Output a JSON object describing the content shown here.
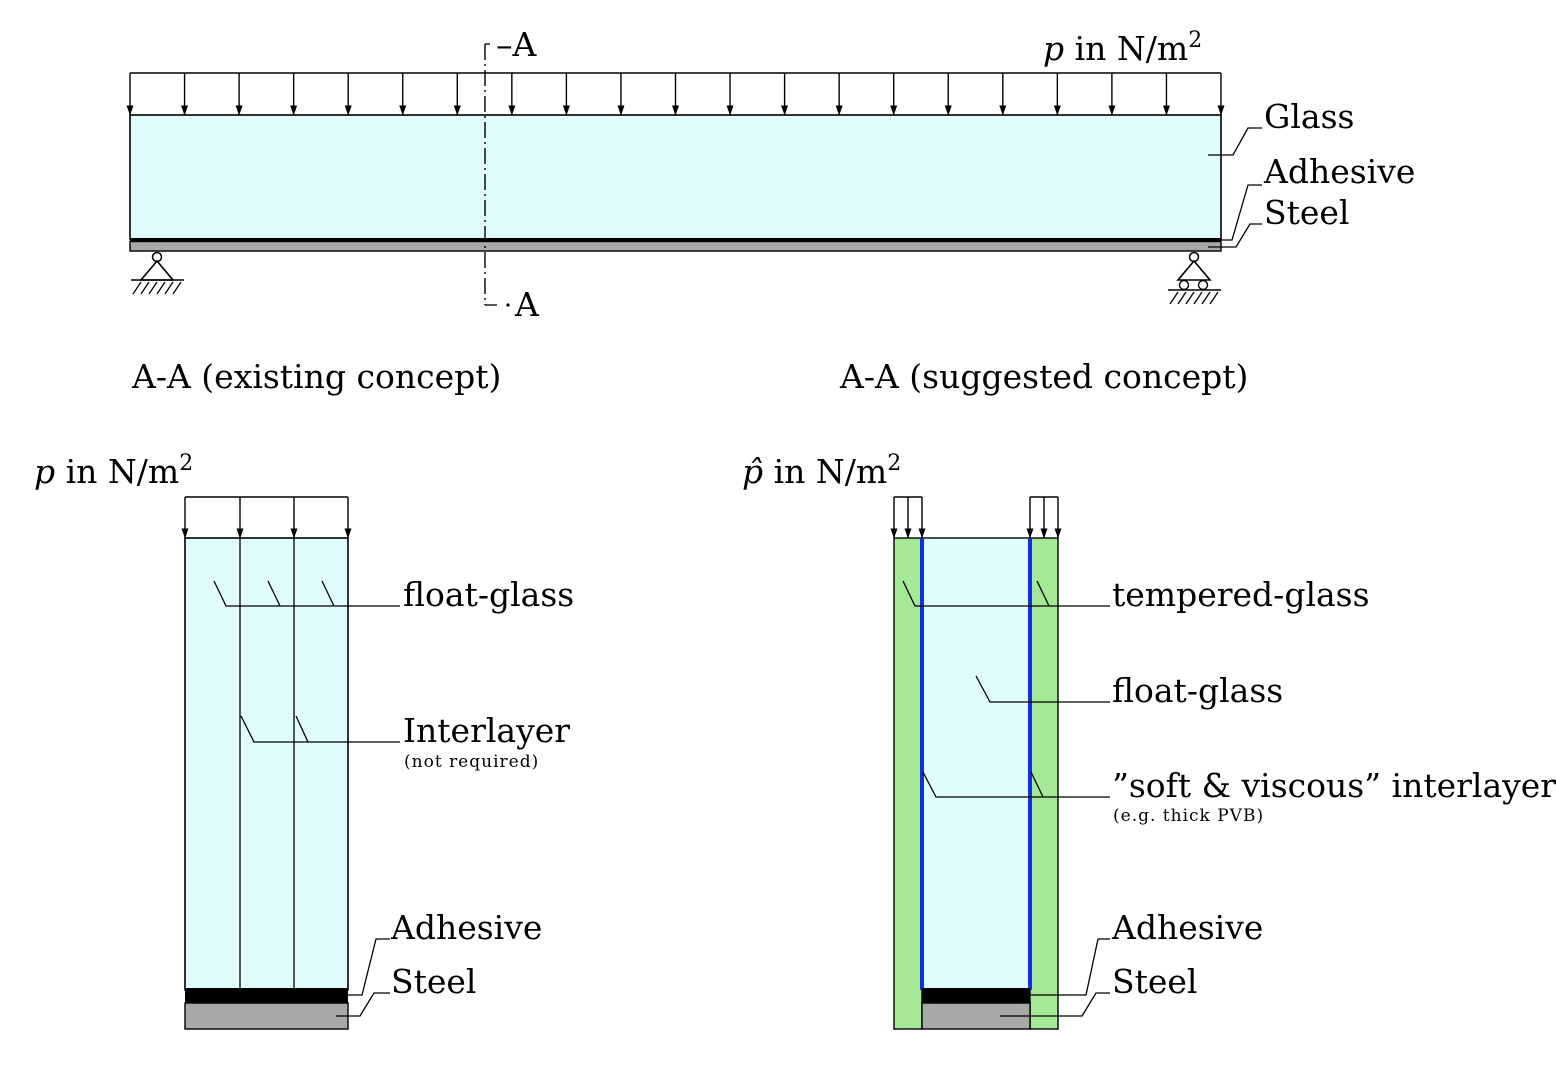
{
  "beam": {
    "load_symbol": "p",
    "load_unit": " in N/m",
    "load_exp": "2",
    "section_top": "–A",
    "section_bottom": "A",
    "labels": {
      "glass": "Glass",
      "adhesive": "Adhesive",
      "steel": "Steel"
    }
  },
  "existing": {
    "title": "A-A (existing concept)",
    "load_symbol": "p",
    "load_unit": " in N/m",
    "load_exp": "2",
    "labels": {
      "float_glass": "float-glass",
      "interlayer": "Interlayer",
      "interlayer_note": "(not required)",
      "adhesive": "Adhesive",
      "steel": "Steel"
    }
  },
  "suggested": {
    "title": "A-A (suggested concept)",
    "load_symbol": "p̂",
    "load_unit": " in N/m",
    "load_exp": "2",
    "labels": {
      "tempered_glass": "tempered-glass",
      "float_glass": "float-glass",
      "interlayer": "”soft & viscous” interlayer",
      "interlayer_note": "(e.g. thick PVB)",
      "adhesive": "Adhesive",
      "steel": "Steel"
    }
  },
  "colors": {
    "glass": "#e0fcfd",
    "tempered_glass": "#a3e997",
    "steel": "#a8a8a8",
    "adhesive": "#000000",
    "interlayer": "#1030d8"
  }
}
